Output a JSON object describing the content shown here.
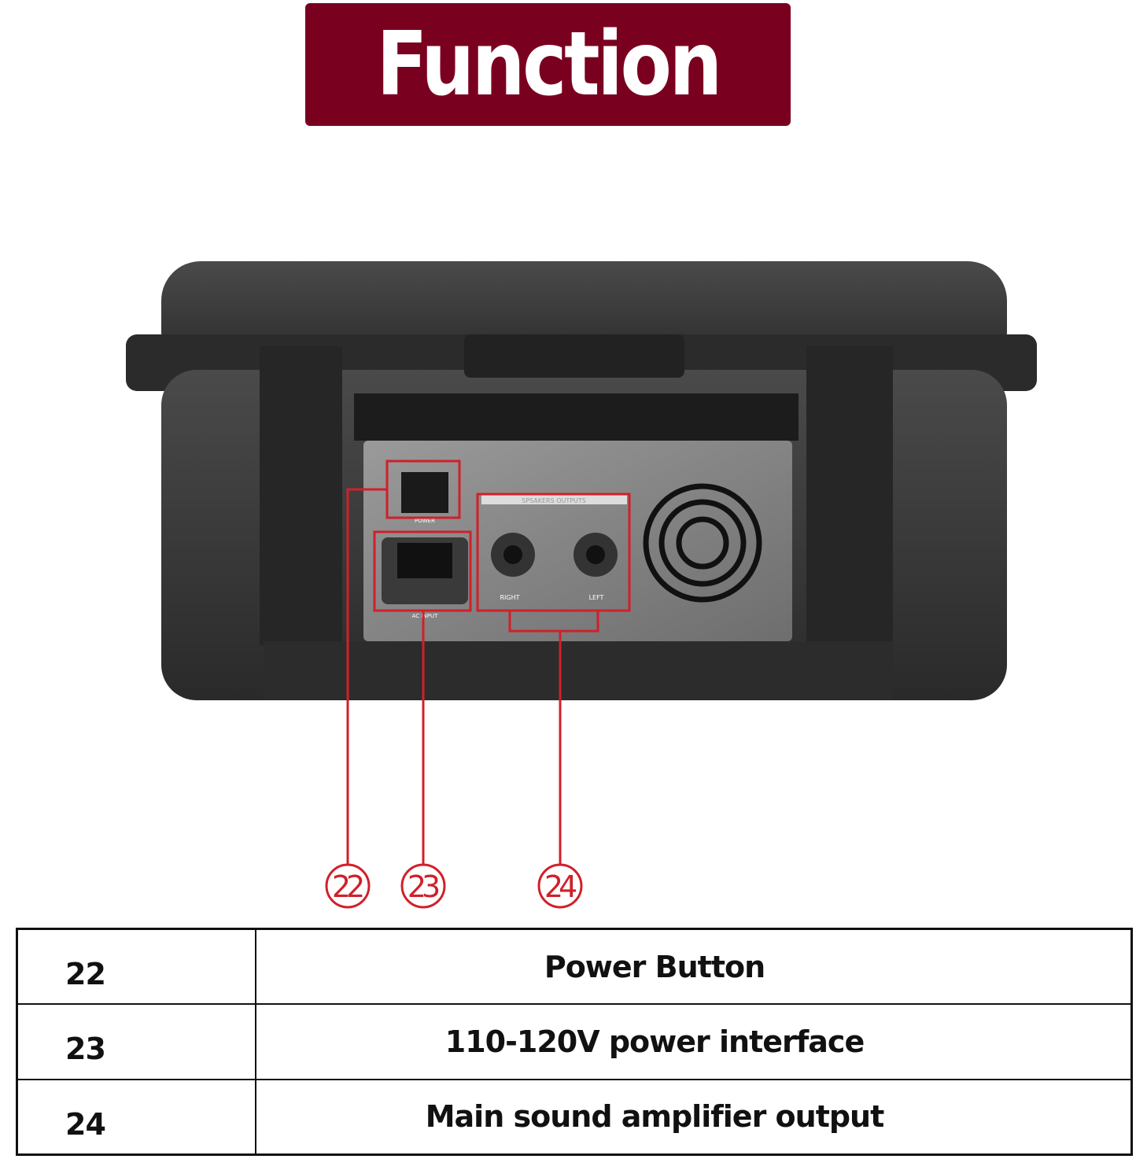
{
  "title": "Function",
  "panel_labels": {
    "power": "POWER",
    "speakers": "SPSAKERS OUTPUTS",
    "right": "RIGHT",
    "left": "LEFT",
    "ac_input": "AC INPUT"
  },
  "callouts": [
    "22",
    "23",
    "24"
  ],
  "accent_color": "#7a0020",
  "callout_color": "#d0202a",
  "table": {
    "rows": [
      {
        "num": "22",
        "desc": "Power Button"
      },
      {
        "num": "23",
        "desc": "110-120V power interface"
      },
      {
        "num": "24",
        "desc": "Main sound amplifier output"
      }
    ]
  }
}
